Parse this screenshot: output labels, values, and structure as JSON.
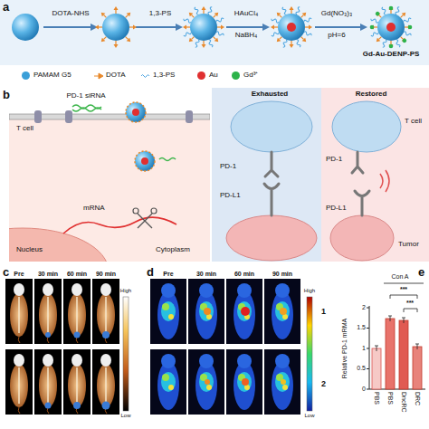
{
  "diagram": {
    "labels": [
      "a",
      "DOTA-NHS",
      "1,3-PS",
      "HAuCl₄",
      "NaBH₄",
      "Gd(NO₃)₃",
      "pH=6",
      "Gd-Au-DENP-PS",
      "b",
      "PD-1 siRNA",
      "T cell",
      "mRNA",
      "Nucleus",
      "Cytoplasm",
      "Exhausted",
      "Restored",
      "T cell",
      "PD-1",
      "PD-L1",
      "PD-1",
      "PD-L1",
      "Tumor",
      "c",
      "Pre",
      "30 min",
      "60 min",
      "90 min",
      "High",
      "Low",
      "d",
      "Pre",
      "30 min",
      "60 min",
      "90 min",
      "High",
      "Low",
      "1",
      "2",
      "e",
      "Relative PD-1 mRMA",
      "2",
      "1.5",
      "1",
      "0.5",
      "0",
      "Con A",
      "***",
      "***",
      "PBS",
      "PBS",
      "DncRC",
      "DRC"
    ],
    "legend": [
      {
        "text": "PAMAM G5",
        "color": "#3a9fd8"
      },
      {
        "text": "DOTA"
      },
      {
        "text": "1,3-PS"
      },
      {
        "text": "Au",
        "color": "#e03030"
      },
      {
        "text": "Gd³⁺",
        "color": "#2db34a"
      }
    ]
  }
}
